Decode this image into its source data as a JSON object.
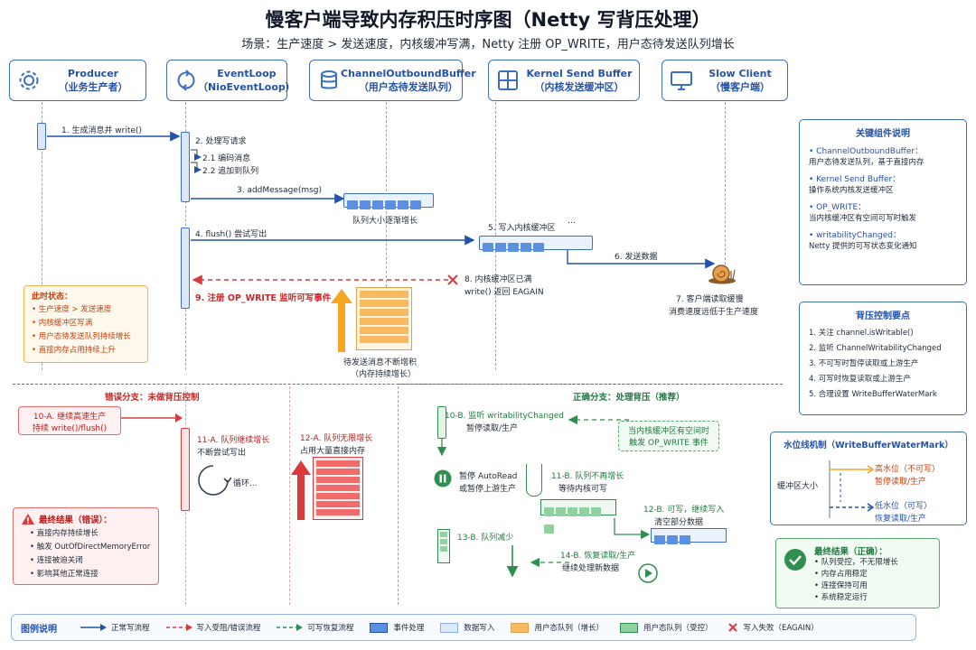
{
  "title": "慢客户端导致内存积压时序图（Netty 写背压处理）",
  "subtitle": "场景：生产速度 > 发送速度，内核缓冲写满，Netty 注册 OP_WRITE，用户态待发送队列增长",
  "actors": [
    {
      "name": "Producer",
      "sub": "（业务生产者）",
      "icon": "gear-icon"
    },
    {
      "name": "EventLoop",
      "sub": "（NioEventLoop）",
      "icon": "loop-icon"
    },
    {
      "name": "ChannelOutboundBuffer",
      "sub": "（用户态待发送队列）",
      "icon": "database-icon"
    },
    {
      "name": "Kernel Send Buffer",
      "sub": "（内核发送缓冲区）",
      "icon": "grid-icon"
    },
    {
      "name": "Slow Client",
      "sub": "（慢客户端）",
      "icon": "monitor-icon"
    }
  ],
  "steps": {
    "s1": "1. 生成消息并 write()",
    "s2": "2. 处理写请求",
    "s21": "2.1 编码消息",
    "s22": "2.2 追加到队列",
    "s3": "3. addMessage(msg)",
    "queue_grow": "队列大小逐渐增长",
    "s4": "4. flush() 尝试写出",
    "s5": "5. 写入内核缓冲区",
    "ellipsis": "…",
    "s6": "6. 发送数据",
    "s7a": "7. 客户端读取缓慢",
    "s7b": "消费速度远低于生产速度",
    "s8a": "8. 内核缓冲区已满",
    "s8b": "write() 返回 EAGAIN",
    "s9": "9. 注册 OP_WRITE 监听可写事件",
    "pending_a": "待发送消息不断增积",
    "pending_b": "（内存持续增长）"
  },
  "state_box": {
    "title": "此时状态：",
    "items": [
      "生产速度 > 发送速度",
      "内核缓冲区写满",
      "用户态待发送队列持续增长",
      "直接内存占用持续上升"
    ]
  },
  "wrong": {
    "header": "错误分支：未做背压控制",
    "s10a": "10-A. 继续高速生产",
    "s10b": "持续 write()/flush()",
    "s11a": "11-A. 队列继续增长",
    "s11b": "不断尝试写出",
    "loop": "循环...",
    "s12a": "12-A. 队列无限增长",
    "s12b": "占用大量直接内存",
    "result_title": "最终结果（错误）：",
    "result_items": [
      "直接内存持续增长",
      "触发 OutOfDirectMemoryError",
      "连接被迫关闭",
      "影响其他正常连接"
    ]
  },
  "right": {
    "header": "正确分支：处理背压（推荐）",
    "s10a": "10-B. 监听 writabilityChanged",
    "s10b": "暂停读取/生产",
    "note_a": "当内核缓冲区有空间时",
    "note_b": "触发 OP_WRITE 事件",
    "pause_a": "暂停 AutoRead",
    "pause_b": "或暂停上游生产",
    "s11a": "11-B. 队列不再增长",
    "s11b": "等待内核可写",
    "s12a": "12-B. 可写，继续写入",
    "s12b": "清空部分数据",
    "s13": "13-B. 队列减少",
    "s14a": "14-B. 恢复读取/生产",
    "s14b": "继续处理新数据",
    "result_title": "最终结果（正确）：",
    "result_items": [
      "队列受控，不无限增长",
      "内存占用稳定",
      "连接保持可用",
      "系统稳定运行"
    ]
  },
  "key_panel": {
    "title": "关键组件说明",
    "items": [
      {
        "name": "ChannelOutboundBuffer：",
        "desc": "用户态待发送队列，基于直接内存"
      },
      {
        "name": "Kernel Send Buffer：",
        "desc": "操作系统内核发送缓冲区"
      },
      {
        "name": "OP_WRITE：",
        "desc": "当内核缓冲区有空间可写时触发"
      },
      {
        "name": "writabilityChanged：",
        "desc": "Netty 提供的可写状态变化通知"
      }
    ]
  },
  "bp_panel": {
    "title": "背压控制要点",
    "items": [
      "1. 关注 channel.isWritable()",
      "2. 监听 ChannelWritabilityChanged",
      "3. 不可写时暂停读取或上游生产",
      "4. 可写时恢复读取或上游生产",
      "5. 合理设置 WriteBufferWaterMark"
    ]
  },
  "wm_panel": {
    "title": "水位线机制（WriteBufferWaterMark）",
    "axis": "缓冲区大小",
    "high_a": "高水位（不可写）",
    "high_b": "暂停读取/生产",
    "low_a": "低水位（可写）",
    "low_b": "恢复读取/生产"
  },
  "legend": {
    "title": "图例说明",
    "items": [
      "正常写流程",
      "写入受阻/错误流程",
      "可写恢复流程",
      "事件处理",
      "数据写入",
      "用户态队列（增长）",
      "用户态队列（受控）",
      "写入失败（EAGAIN）"
    ]
  },
  "colors": {
    "blue": "#3b6fc4",
    "red": "#d93a3a",
    "green": "#2f8f4e",
    "orange": "#f5a623"
  }
}
